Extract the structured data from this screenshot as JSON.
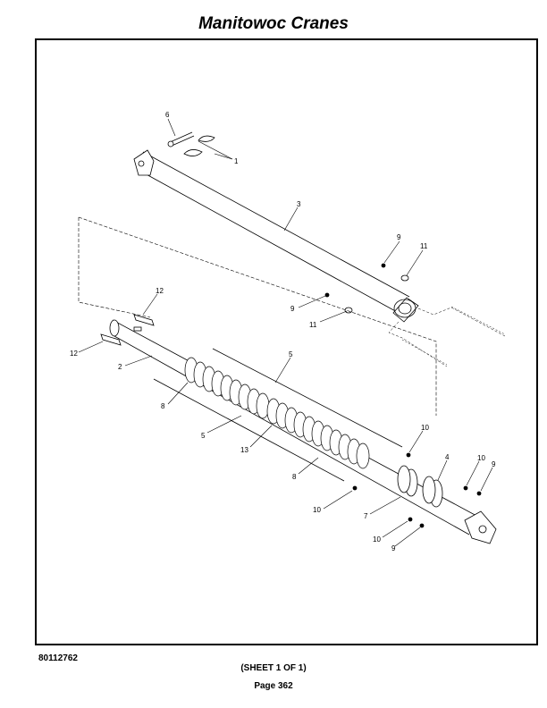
{
  "header": {
    "title": "Manitowoc Cranes"
  },
  "footer": {
    "doc_number": "80112762",
    "sheet": "(SHEET 1 OF 1)",
    "page": "Page 362"
  },
  "callouts": {
    "c6": "6",
    "c1": "1",
    "c3": "3",
    "c9a": "9",
    "c11a": "11",
    "c9b": "9",
    "c11b": "11",
    "c12a": "12",
    "c12b": "12",
    "c2": "2",
    "c5a": "5",
    "c8a": "8",
    "c5b": "5",
    "c13": "13",
    "c8b": "8",
    "c10a": "10",
    "c4": "4",
    "c10b": "10",
    "c9c": "9",
    "c7": "7",
    "c10c": "10",
    "c10d": "10",
    "c9d": "9"
  }
}
